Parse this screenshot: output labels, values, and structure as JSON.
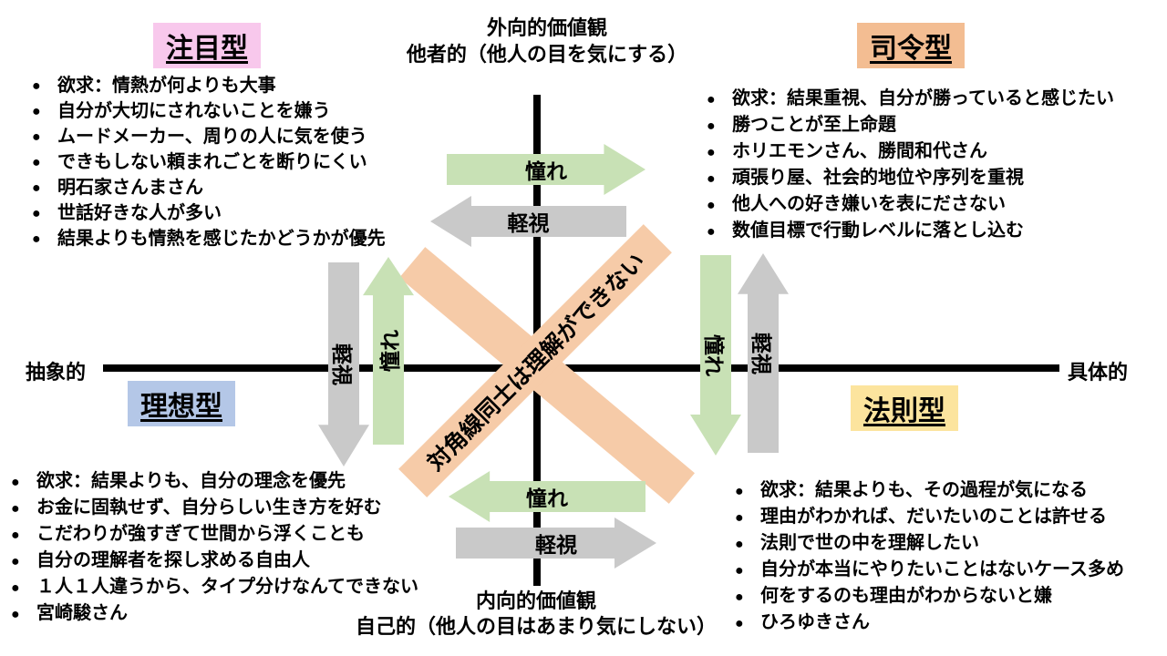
{
  "title": "性格4タイプ相関図",
  "colors": {
    "admire_arrow_green": "#c8e1b5",
    "disregard_arrow_gray": "#c9c9c9",
    "diagonal_bar_peach": "#f6cba8",
    "chumoku_pink": "#f8c8ec",
    "shirei_orange": "#f3bd92",
    "riso_blue": "#b4c7e7",
    "hosoku_yellow": "#fce49e"
  },
  "axes": {
    "top": {
      "line1": "外向的価値観",
      "line2": "他者的（他人の目を気にする）"
    },
    "bottom": {
      "line1": "内向的価値観",
      "line2": "自己的（他人の目はあまり気にしない）"
    },
    "left": "抽象的",
    "right": "具体的"
  },
  "center": {
    "diagonal_note": "対角線同士は理解ができない"
  },
  "arrows": {
    "top_green": {
      "label": "憧れ",
      "direction": "right",
      "color": "green"
    },
    "top_gray": {
      "label": "軽視",
      "direction": "left",
      "color": "gray"
    },
    "bottom_green": {
      "label": "憧れ",
      "direction": "left",
      "color": "green"
    },
    "bottom_gray": {
      "label": "軽視",
      "direction": "right",
      "color": "gray"
    },
    "left_green": {
      "label": "憧れ",
      "direction": "up",
      "color": "green"
    },
    "left_gray": {
      "label": "軽視",
      "direction": "down",
      "color": "gray"
    },
    "right_green": {
      "label": "憧れ",
      "direction": "down",
      "color": "green"
    },
    "right_gray": {
      "label": "軽視",
      "direction": "up",
      "color": "gray"
    }
  },
  "quadrants": {
    "top_left": {
      "title": "注目型",
      "items": [
        "欲求：情熱が何よりも大事",
        "自分が大切にされないことを嫌う",
        "ムードメーカー、周りの人に気を使う",
        "できもしない頼まれごとを断りにくい",
        "明石家さんまさん",
        "世話好きな人が多い",
        "結果よりも情熱を感じたかどうかが優先"
      ]
    },
    "top_right": {
      "title": "司令型",
      "items": [
        "欲求：結果重視、自分が勝っていると感じたい",
        "勝つことが至上命題",
        "ホリエモンさん、勝間和代さん",
        "頑張り屋、社会的地位や序列を重視",
        "他人への好き嫌いを表にださない",
        "数値目標で行動レベルに落とし込む"
      ]
    },
    "bottom_left": {
      "title": "理想型",
      "items": [
        "欲求：結果よりも、自分の理念を優先",
        "お金に固執せず、自分らしい生き方を好む",
        "こだわりが強すぎて世間から浮くことも",
        "自分の理解者を探し求める自由人",
        "１人１人違うから、タイプ分けなんてできない",
        "宮崎駿さん"
      ]
    },
    "bottom_right": {
      "title": "法則型",
      "items": [
        "欲求：結果よりも、その過程が気になる",
        "理由がわかれば、だいたいのことは許せる",
        "法則で世の中を理解したい",
        "自分が本当にやりたいことはないケース多め",
        "何をするのも理由がわからないと嫌",
        "ひろゆきさん"
      ]
    }
  }
}
